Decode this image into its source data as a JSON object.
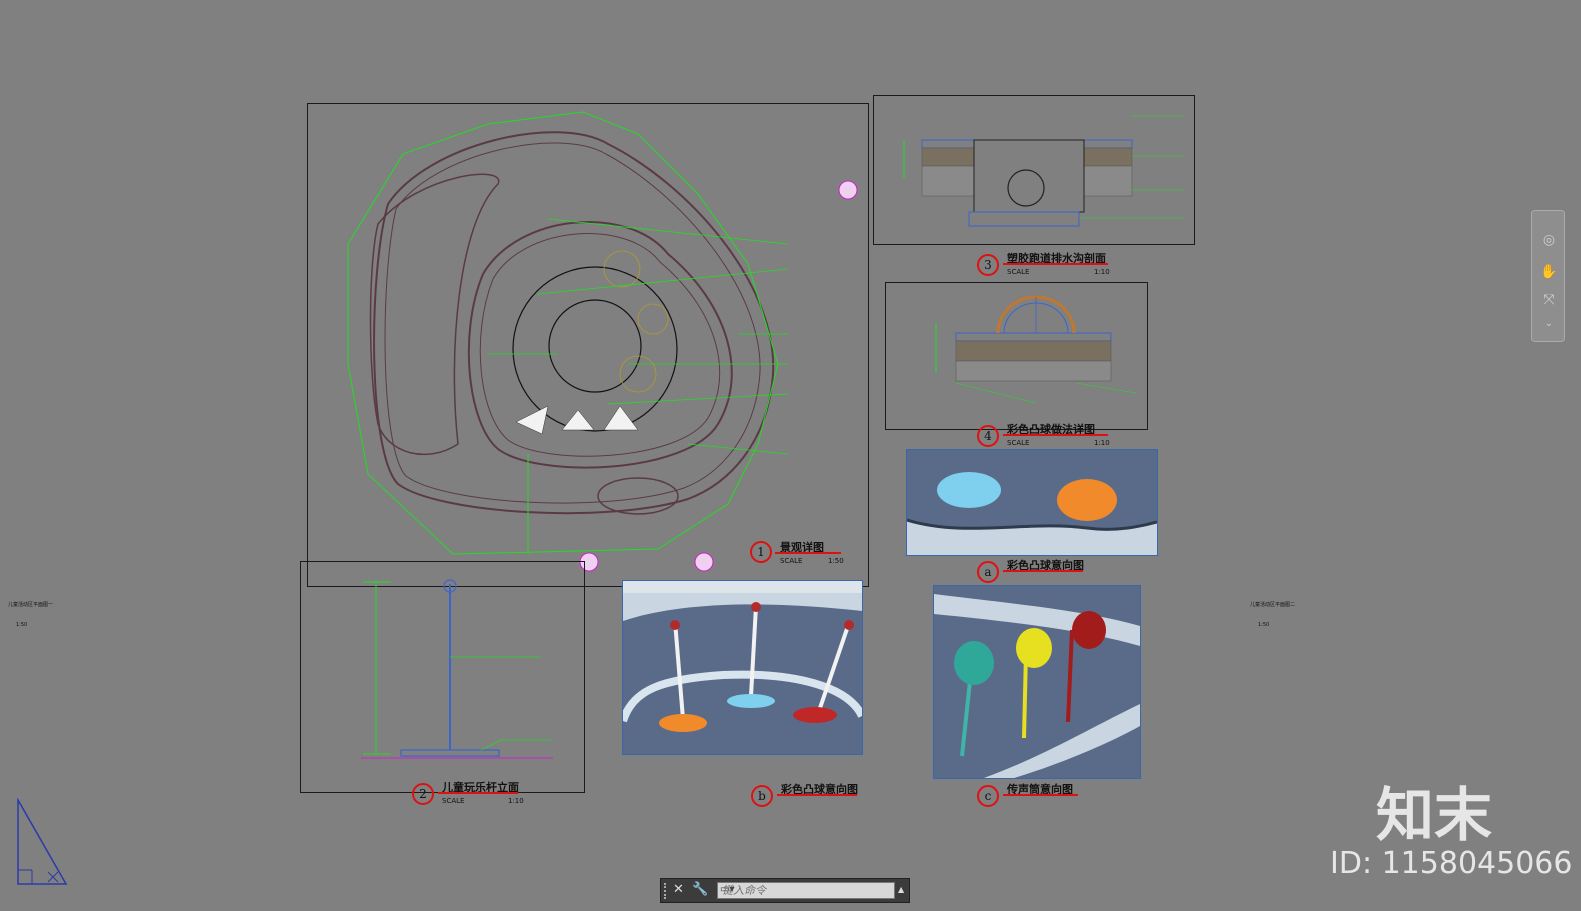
{
  "panels": {
    "p1": {
      "num": "1",
      "title": "景观详图",
      "scale_label": "SCALE",
      "scale": "1:50"
    },
    "p2": {
      "num": "2",
      "title": "儿童玩乐杆立面",
      "scale_label": "SCALE",
      "scale": "1:10"
    },
    "p3": {
      "num": "3",
      "title": "塑胶跑道排水沟剖面",
      "scale_label": "SCALE",
      "scale": "1:10"
    },
    "p4": {
      "num": "4",
      "title": "彩色凸球做法详图",
      "scale_label": "SCALE",
      "scale": "1:10"
    },
    "pa": {
      "num": "a",
      "title": "彩色凸球意向图"
    },
    "pb": {
      "num": "b",
      "title": "彩色凸球意向图"
    },
    "pc": {
      "num": "c",
      "title": "传声筒意向图"
    }
  },
  "side_notes": {
    "left_title": "儿童活动区平面图一",
    "left_scale": "1:50",
    "right_title": "儿童活动区平面图二",
    "right_scale": "1:50"
  },
  "cmdline": {
    "placeholder": "键入命令"
  },
  "watermark": {
    "logo": "知末",
    "id_text": "ID: 1158045066"
  },
  "colors": {
    "background": "#808080",
    "dim_green": "#22dd22",
    "accent_red": "#dd1111",
    "outline_dark": "#5a3b45"
  }
}
